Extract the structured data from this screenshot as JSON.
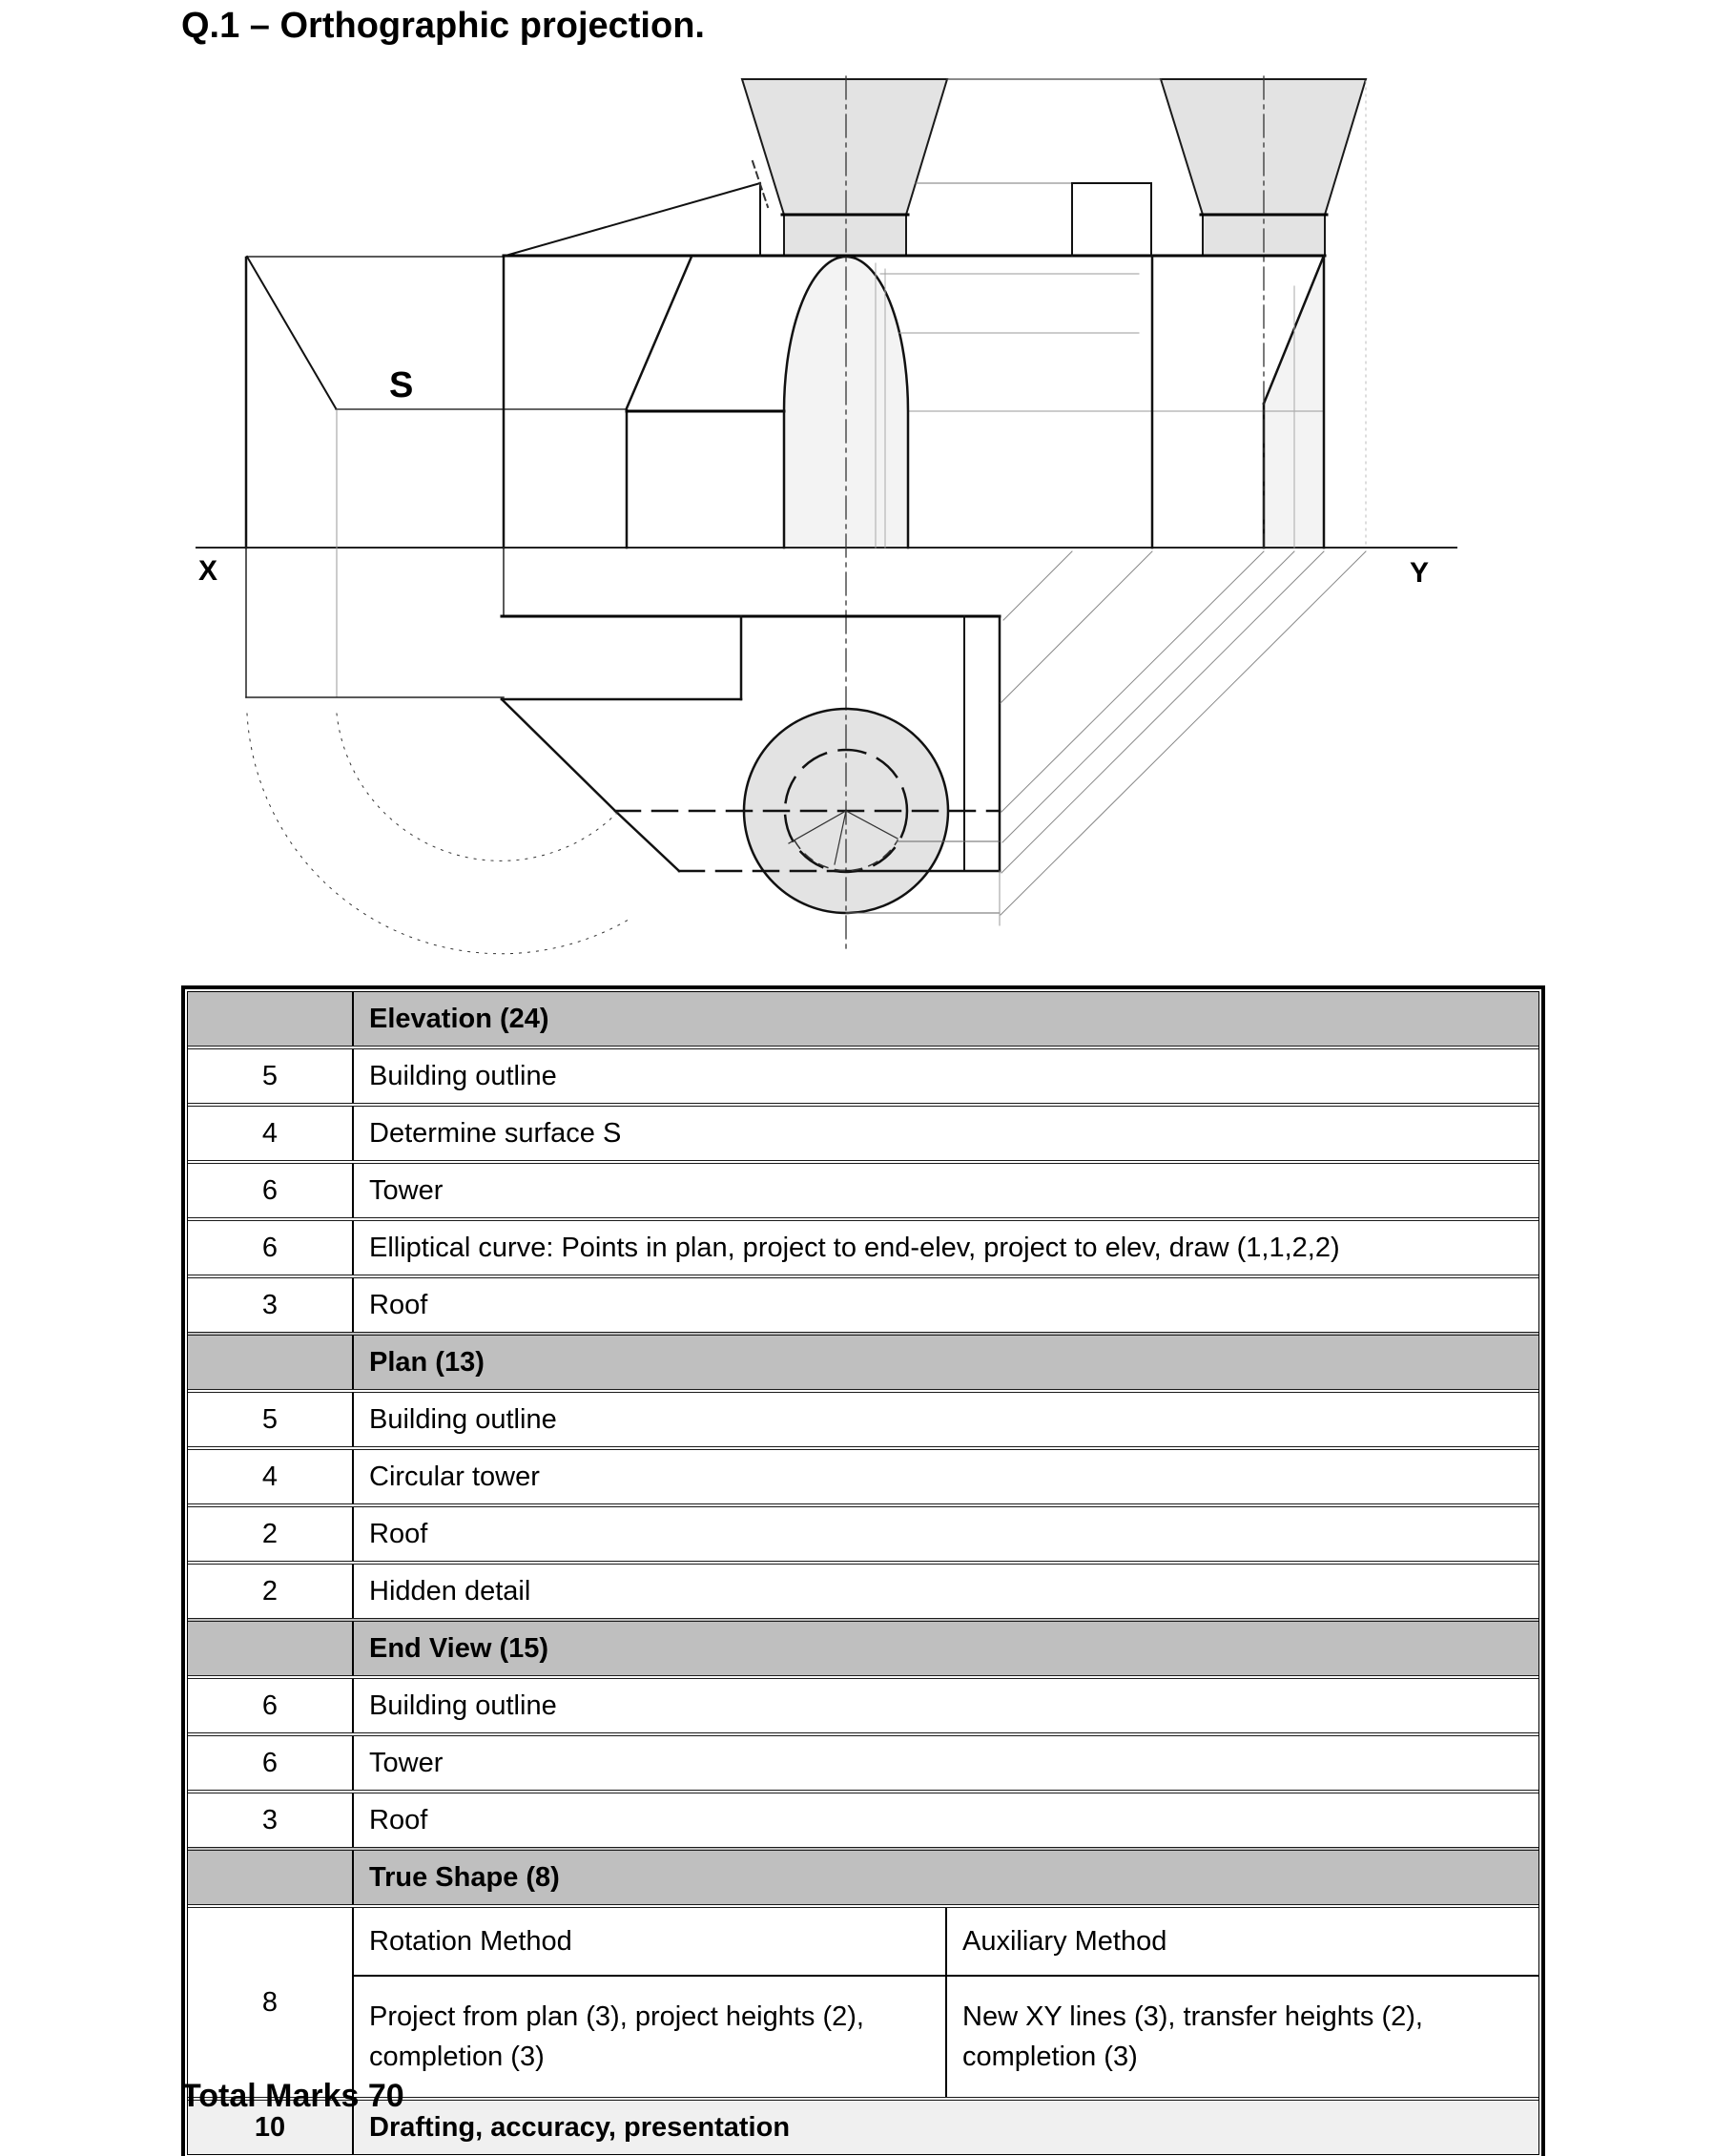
{
  "page": {
    "title": "Q.1 – Orthographic projection.",
    "footer": "Total Marks 70"
  },
  "drawing": {
    "labels": {
      "surface": "S",
      "x_axis": "X",
      "y_axis": "Y"
    }
  },
  "marks_table": {
    "rows": [
      {
        "type": "header",
        "label": "Elevation (24)"
      },
      {
        "type": "item",
        "marks": "5",
        "label": "Building outline"
      },
      {
        "type": "item",
        "marks": "4",
        "label": "Determine surface S"
      },
      {
        "type": "item",
        "marks": "6",
        "label": "Tower"
      },
      {
        "type": "item",
        "marks": "6",
        "label": "Elliptical curve: Points in plan, project to end-elev, project to elev, draw (1,1,2,2)"
      },
      {
        "type": "item",
        "marks": "3",
        "label": "Roof"
      },
      {
        "type": "header",
        "label": "Plan (13)"
      },
      {
        "type": "item",
        "marks": "5",
        "label": "Building outline"
      },
      {
        "type": "item",
        "marks": "4",
        "label": "Circular tower"
      },
      {
        "type": "item",
        "marks": "2",
        "label": "Roof"
      },
      {
        "type": "item",
        "marks": "2",
        "label": "Hidden detail"
      },
      {
        "type": "header",
        "label": "End View (15)"
      },
      {
        "type": "item",
        "marks": "6",
        "label": "Building outline"
      },
      {
        "type": "item",
        "marks": "6",
        "label": "Tower"
      },
      {
        "type": "item",
        "marks": "3",
        "label": "Roof"
      },
      {
        "type": "header",
        "label": "True Shape (8)"
      },
      {
        "type": "split",
        "marks": "8",
        "left_method": "Rotation Method",
        "right_method": "Auxiliary Method",
        "left_detail": "Project from plan (3), project heights (2), completion (3)",
        "right_detail": "New XY lines (3), transfer heights (2), completion (3)"
      },
      {
        "type": "final",
        "marks": "10",
        "label": "Drafting, accuracy, presentation"
      }
    ]
  }
}
